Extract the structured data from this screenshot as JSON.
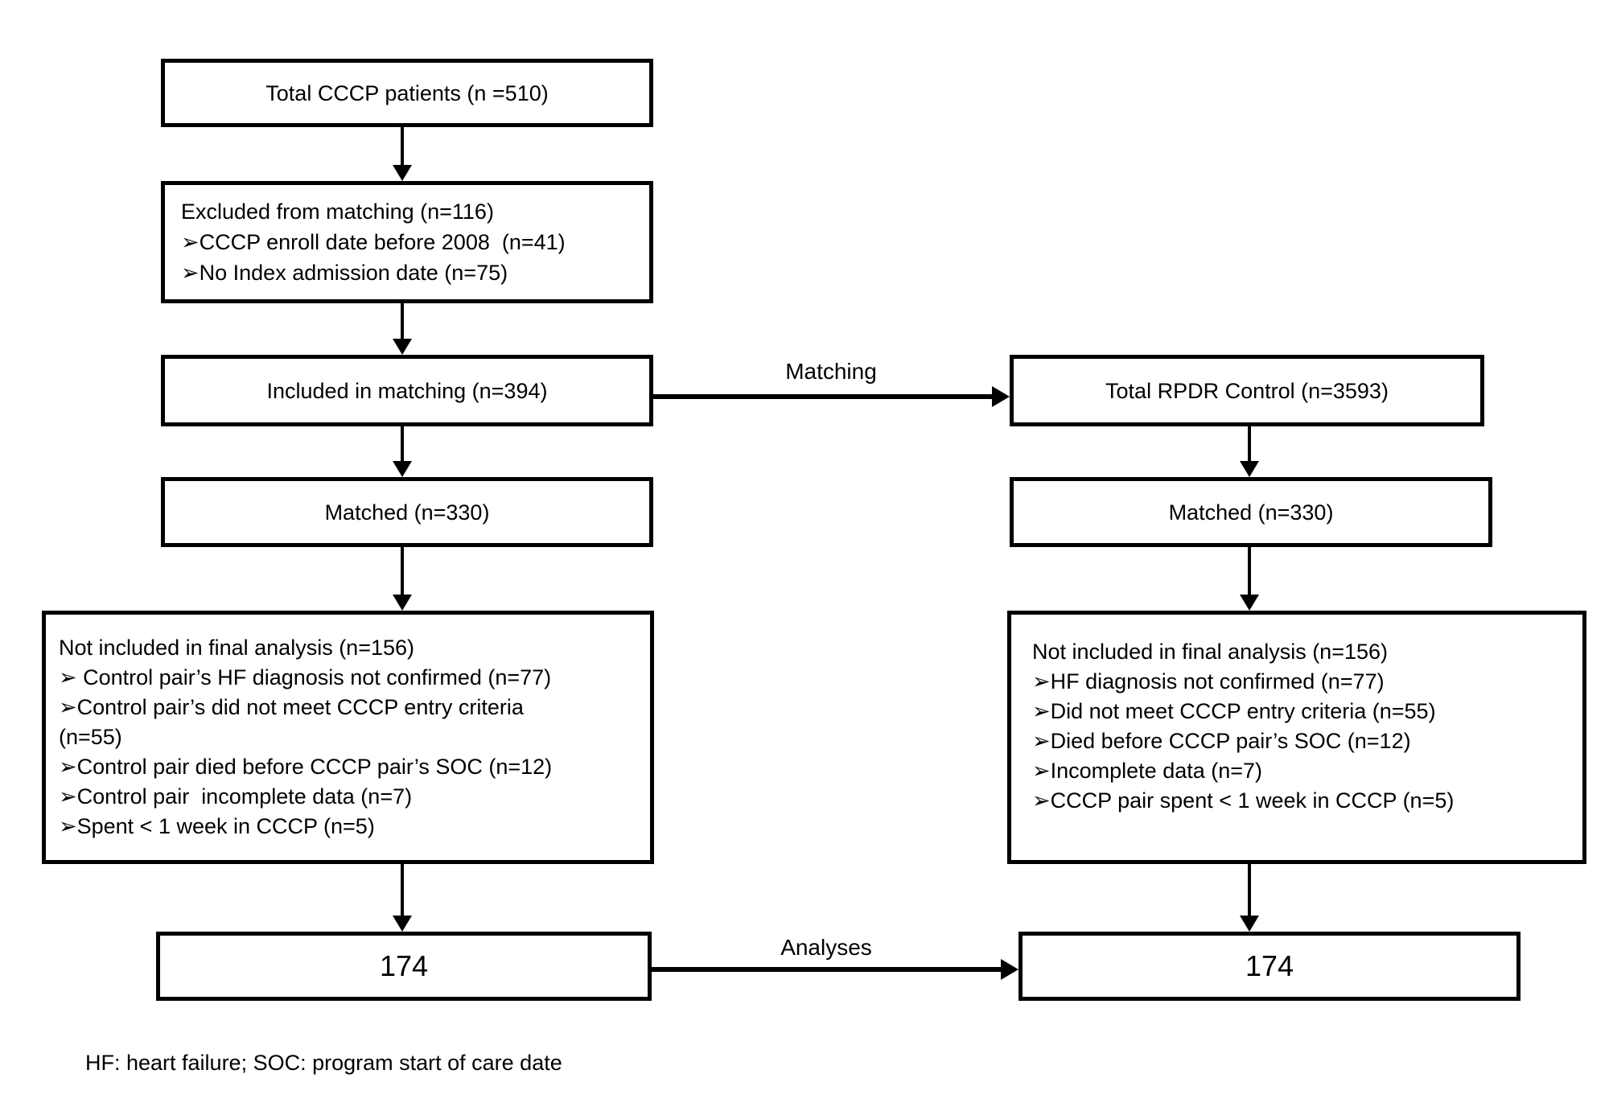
{
  "diagram": {
    "left": {
      "total": "Total CCCP patients (n =510)",
      "excluded_lines": [
        "Excluded from matching (n=116)",
        "➢CCCP enroll date before 2008  (n=41)",
        "➢No Index admission date (n=75)"
      ],
      "included": "Included in matching (n=394)",
      "matched": "Matched (n=330)",
      "not_included_lines": [
        "Not included in final analysis (n=156)",
        "➢ Control pair’s HF diagnosis not confirmed (n=77)",
        "➢Control pair’s did not meet CCCP entry criteria",
        "(n=55)",
        "➢Control pair died before CCCP pair’s SOC (n=12)",
        "➢Control pair  incomplete data (n=7)",
        "➢Spent < 1 week in CCCP (n=5)"
      ],
      "final": "174"
    },
    "right": {
      "total": "Total RPDR Control (n=3593)",
      "matched": "Matched (n=330)",
      "not_included_lines": [
        "Not included in final analysis (n=156)",
        "➢HF diagnosis not confirmed (n=77)",
        "➢Did not meet CCCP entry criteria (n=55)",
        "➢Died before CCCP pair’s SOC (n=12)",
        "➢Incomplete data (n=7)",
        "➢CCCP pair spent < 1 week in CCCP (n=5)"
      ],
      "final": "174"
    },
    "arrow_labels": {
      "matching": "Matching",
      "analyses": "Analyses"
    },
    "footnote": "HF: heart failure; SOC: program start of care date",
    "colors": {
      "line": "#000000",
      "background": "#ffffff"
    }
  }
}
